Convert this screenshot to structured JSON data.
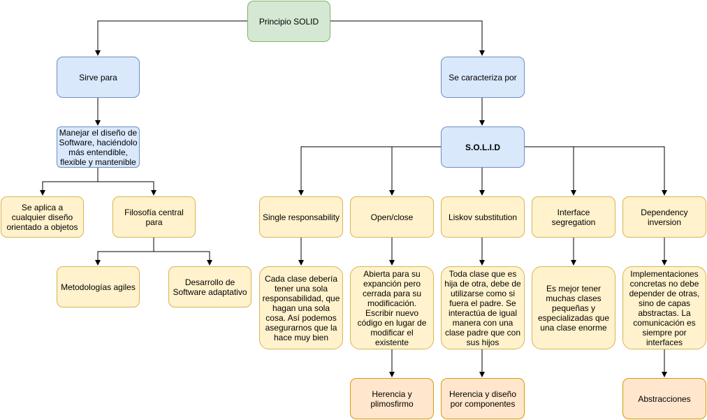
{
  "nodes": {
    "root": "Principio SOLID",
    "serves": "Sirve para",
    "characterized": "Se caracteriza por",
    "manage": "Manejar el diseño de Software, haciéndolo más entendible, flexible y mantenible",
    "solid": "S.O.L.I.D",
    "oo": "Se aplica a cualquier diseño orientado a objetos",
    "philosophy": "Filosofía central para",
    "agile": "Metodologías agiles",
    "adaptive": "Desarrollo de Software adaptativo",
    "srp": "Single responsability",
    "ocp": "Open/close",
    "lsp": "Liskov substitution",
    "isp": "Interface segregation",
    "dip": "Dependency inversion",
    "srp_desc": "Cada clase debería tener una sola responsabilidad, que hagan una sola cosa. Así podemos asegurarnos que la hace muy bien",
    "ocp_desc": "Abierta para su expanción pero cerrada para su modificación. Escribir nuevo código en lugar de modificar el existente",
    "lsp_desc": "Toda clase que es hija de otra, debe de utilizarse como si fuera el padre. Se interactúa de igual manera con una clase padre que con sus hijos",
    "isp_desc": "Es mejor tener muchas clases pequeñas y especializadas que una clase enorme",
    "dip_desc": "Implementaciones concretas no debe depender de otras, sino de capas abstractas. La comunicación es siempre por interfaces",
    "ocp_result": "Herencia y plimosfirmo",
    "lsp_result": "Herencia y diseño por componentes",
    "dip_result": "Abstracciones"
  },
  "colors": {
    "green_fill": "#d5e8d4",
    "green_stroke": "#82b366",
    "blue_fill": "#dae8fc",
    "blue_stroke": "#6c8ebf",
    "yellow_fill": "#fff2cc",
    "yellow_stroke": "#d6b656",
    "orange_fill": "#ffe6cc",
    "orange_stroke": "#d79b00"
  }
}
